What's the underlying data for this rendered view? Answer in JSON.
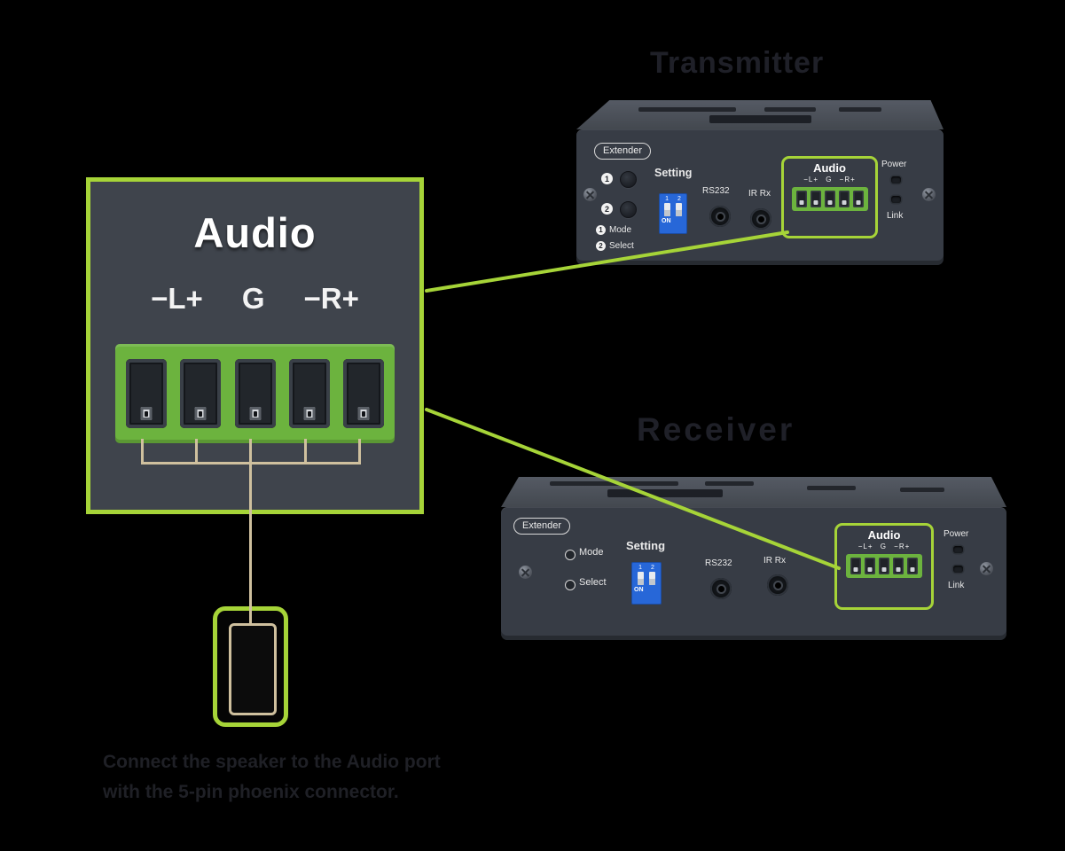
{
  "colors": {
    "background": "#000000",
    "accent_green": "#a6d438",
    "terminal_green": "#6cb33e",
    "wire_tan": "#cfc09e",
    "dip_blue": "#2767d8"
  },
  "titles": {
    "top_device": "Transmitter",
    "bottom_device": "Receiver"
  },
  "detail_panel": {
    "title": "Audio",
    "pins": [
      "−L+",
      "G",
      "−R+"
    ]
  },
  "device_top": {
    "badge": "Extender",
    "button1_num": "1",
    "button2_num": "2",
    "legend_mode": "Mode",
    "legend_select": "Select",
    "setting_label": "Setting",
    "dip_numbers": "1 2",
    "dip_on": "ON",
    "rs232_label": "RS232",
    "ir_label": "IR Rx",
    "audio_label": "Audio",
    "audio_pins": "−L+ G −R+",
    "power_label": "Power",
    "link_label": "Link"
  },
  "device_bottom": {
    "badge": "Extender",
    "mode_label": "Mode",
    "select_label": "Select",
    "setting_label": "Setting",
    "dip_numbers": "1 2",
    "dip_on": "ON",
    "rs232_label": "RS232",
    "ir_label": "IR Rx",
    "audio_label": "Audio",
    "audio_pins": "−L+ G −R+",
    "power_label": "Power",
    "link_label": "Link"
  },
  "caption": {
    "line1": "Connect the speaker to the Audio port",
    "line2": "with the 5-pin phoenix connector."
  }
}
